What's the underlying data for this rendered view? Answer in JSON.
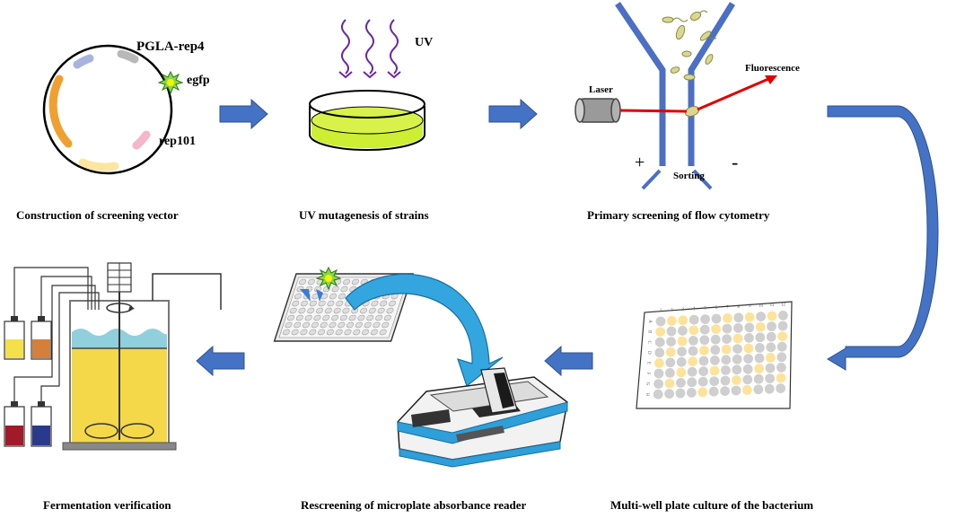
{
  "steps": {
    "construction": "Construction of screening vector",
    "uv": "UV mutagenesis of strains",
    "flow": "Primary screening of flow cytometry",
    "multiwell": "Multi-well plate culture of the bacterium",
    "rescreening": "Rescreening of microplate absorbance reader",
    "fermentation": "Fermentation verification"
  },
  "plasmid": {
    "name": "PGLA-rep4",
    "gene1": "egfp",
    "gene2": "rep101"
  },
  "uv_label": "UV",
  "flow": {
    "laser": "Laser",
    "fluorescence": "Fluorescence",
    "sorting": "Sorting",
    "plus": "+",
    "minus": "-"
  },
  "plate": {
    "columns": [
      "1",
      "2",
      "3",
      "4",
      "5",
      "6",
      "7",
      "8",
      "9",
      "10",
      "11",
      "12"
    ],
    "rows": [
      "A",
      "B",
      "C",
      "D",
      "E",
      "F",
      "G",
      "H"
    ],
    "highlighted": [
      [
        0,
        1
      ],
      [
        0,
        2
      ],
      [
        0,
        6
      ],
      [
        0,
        8
      ],
      [
        0,
        10
      ],
      [
        1,
        0
      ],
      [
        1,
        3
      ],
      [
        1,
        5
      ],
      [
        1,
        9
      ],
      [
        2,
        2
      ],
      [
        2,
        7
      ],
      [
        2,
        11
      ],
      [
        3,
        1
      ],
      [
        3,
        4
      ],
      [
        3,
        6
      ],
      [
        3,
        8
      ],
      [
        4,
        0
      ],
      [
        4,
        3
      ],
      [
        4,
        10
      ],
      [
        5,
        2
      ],
      [
        5,
        5
      ],
      [
        5,
        9
      ],
      [
        6,
        1
      ],
      [
        6,
        7
      ],
      [
        6,
        11
      ],
      [
        7,
        4
      ],
      [
        7,
        8
      ]
    ]
  },
  "colors": {
    "arrow": "#4472c4",
    "plasmid_orange": "#f0a030",
    "plasmid_pink": "#f4b6c8",
    "plasmid_yellow": "#fde5a0",
    "plasmid_blue": "#a8b4de",
    "plasmid_gray": "#b8b8b8",
    "medium_green": "#ccee33",
    "laser_red": "#e00000",
    "well_yellow": "#fde39a",
    "well_gray": "#cfcfcf",
    "broth_yellow": "#f4d84a",
    "broth_blue": "#8fd0dc"
  }
}
